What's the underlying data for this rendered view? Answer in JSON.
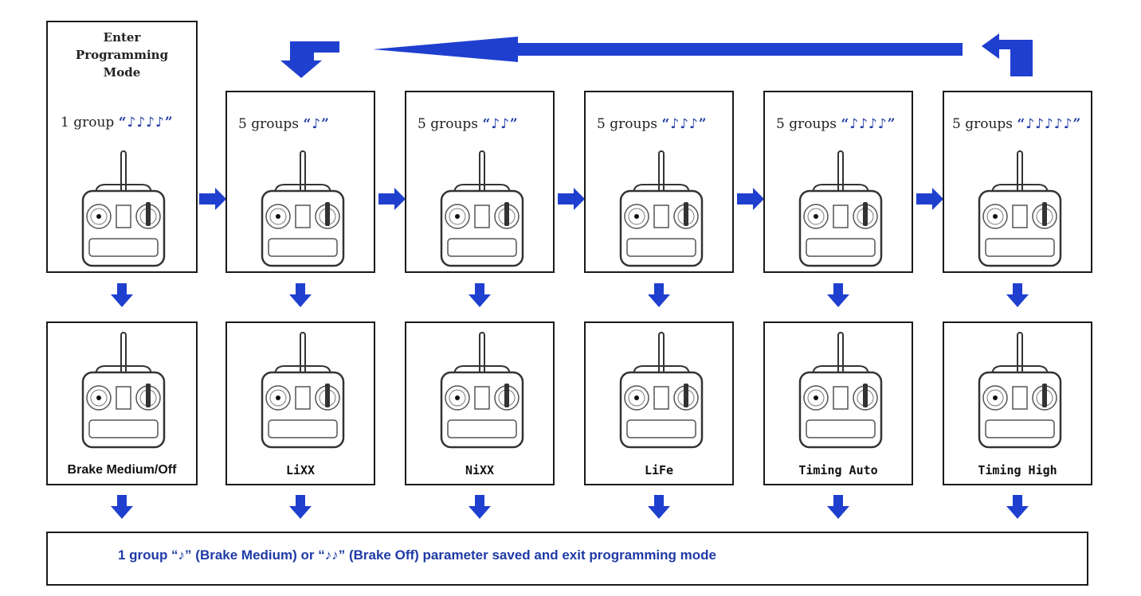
{
  "enter_box": {
    "title": [
      "Enter",
      "Programming",
      "Mode"
    ],
    "group_count": "1 group",
    "notes": "“♪♪♪♪”",
    "result_label": "Brake Medium/Off"
  },
  "columns": [
    {
      "group_count": "5 groups",
      "notes": "“♪”",
      "result_label": "LiXX"
    },
    {
      "group_count": "5 groups",
      "notes": "“♪♪”",
      "result_label": "NiXX"
    },
    {
      "group_count": "5 groups",
      "notes": "“♪♪♪”",
      "result_label": "LiFe"
    },
    {
      "group_count": "5 groups",
      "notes": "“♪♪♪♪”",
      "result_label": "Timing Auto"
    },
    {
      "group_count": "5 groups",
      "notes": "“♪♪♪♪♪”",
      "result_label": "Timing High"
    }
  ],
  "exit": {
    "text": "1 group “♪”  (Brake Medium) or “♪♪”  (Brake Off) parameter saved and exit programming mode"
  },
  "colors": {
    "arrow": "#1f3fcf",
    "text_accent": "#1f3aa6",
    "border": "#1a1a1a"
  }
}
